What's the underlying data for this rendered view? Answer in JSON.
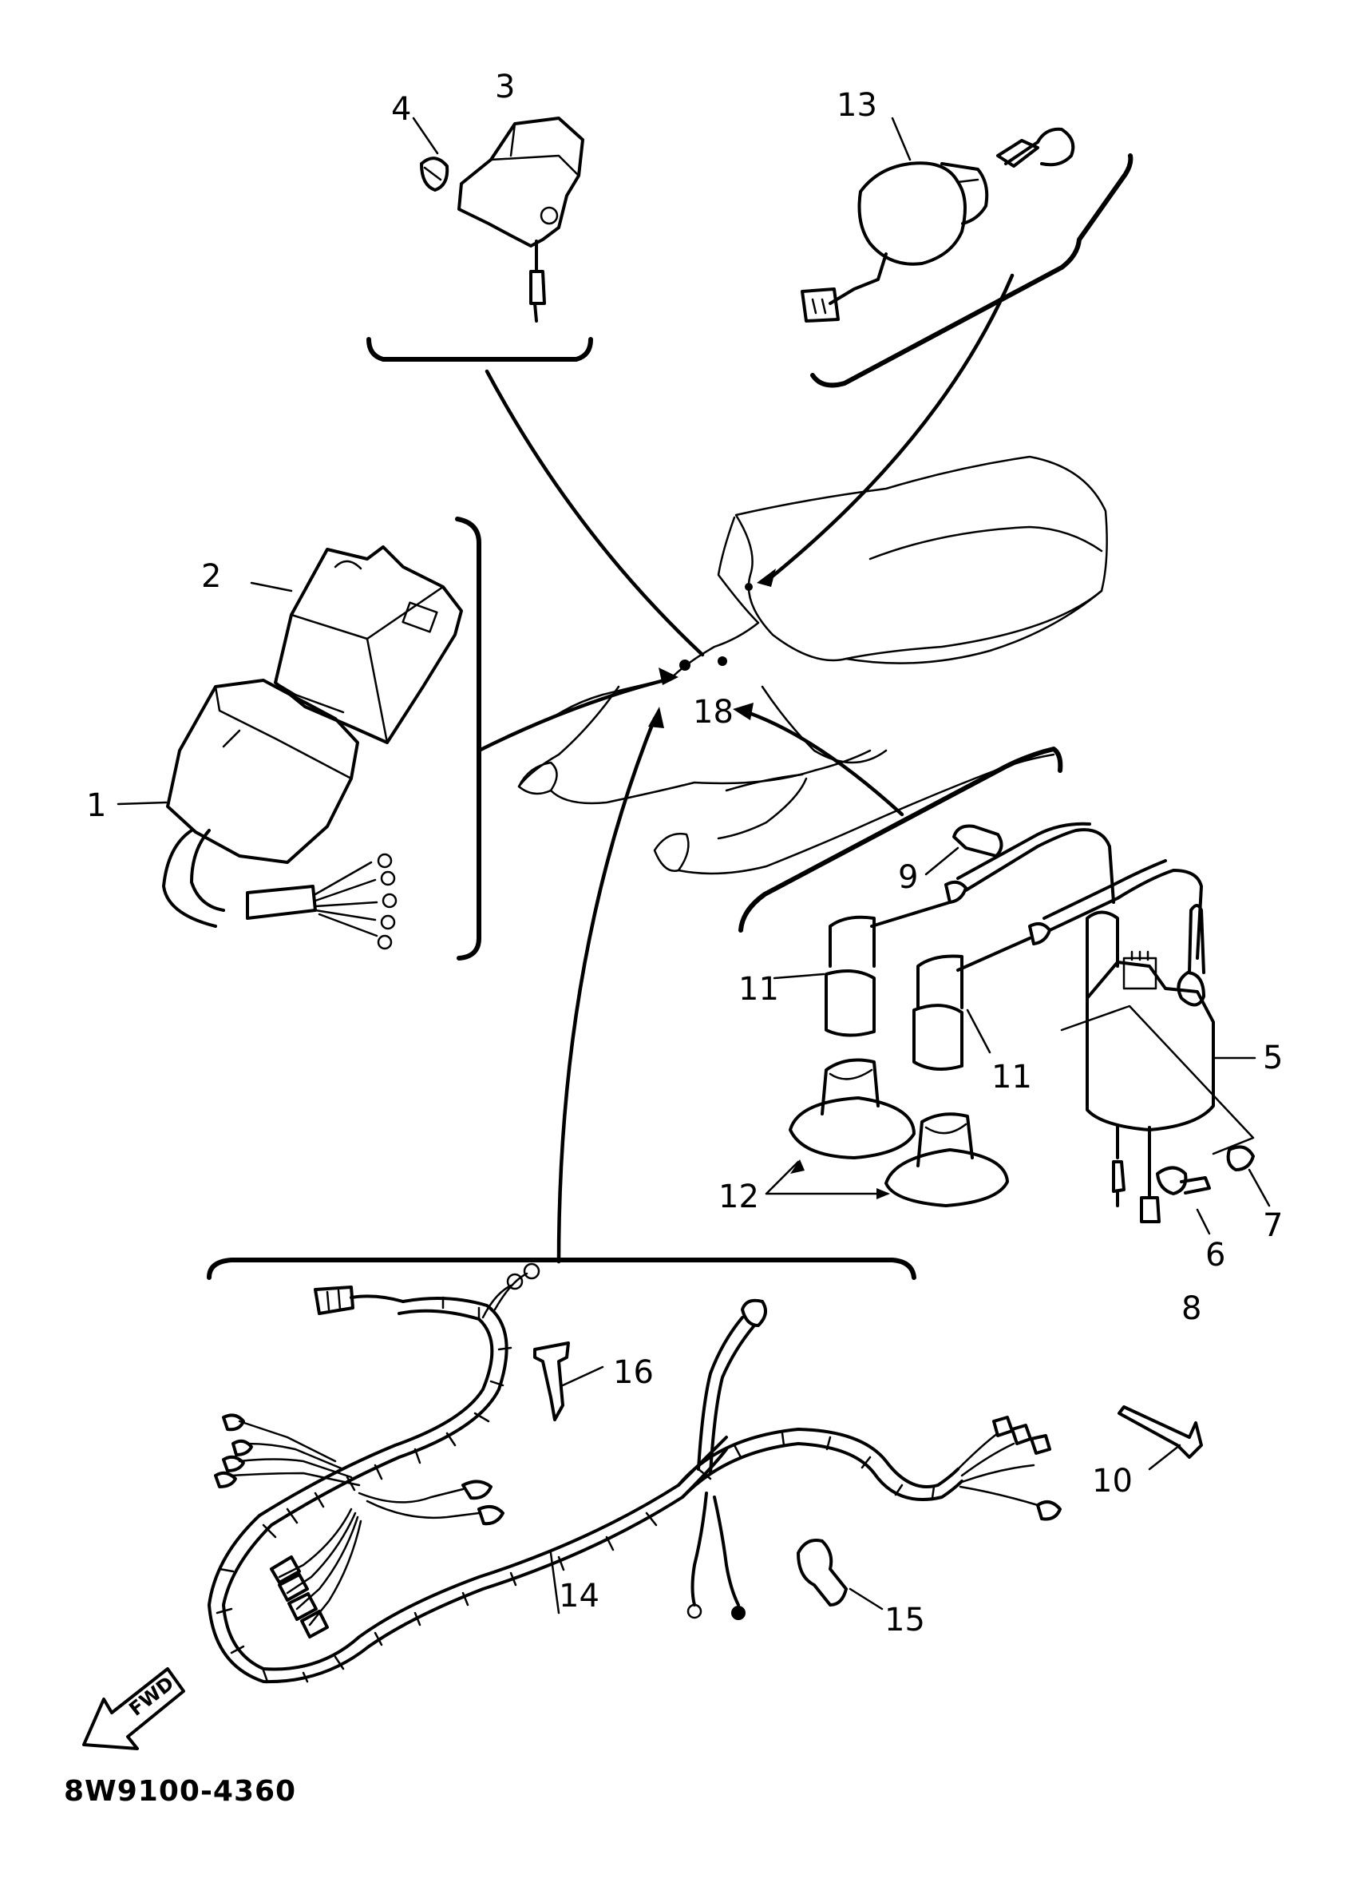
{
  "diagram": {
    "drawing_code": "8W9100-4360",
    "direction_arrow_label": "FWD",
    "callouts": {
      "c1": "1",
      "c2": "2",
      "c3": "3",
      "c4": "4",
      "c5": "5",
      "c6": "6",
      "c7": "7",
      "c8": "8",
      "c9": "9",
      "c10": "10",
      "c11a": "11",
      "c11b": "11",
      "c12": "12",
      "c13": "13",
      "c14": "14",
      "c15": "15",
      "c16": "16",
      "c18": "18"
    }
  }
}
